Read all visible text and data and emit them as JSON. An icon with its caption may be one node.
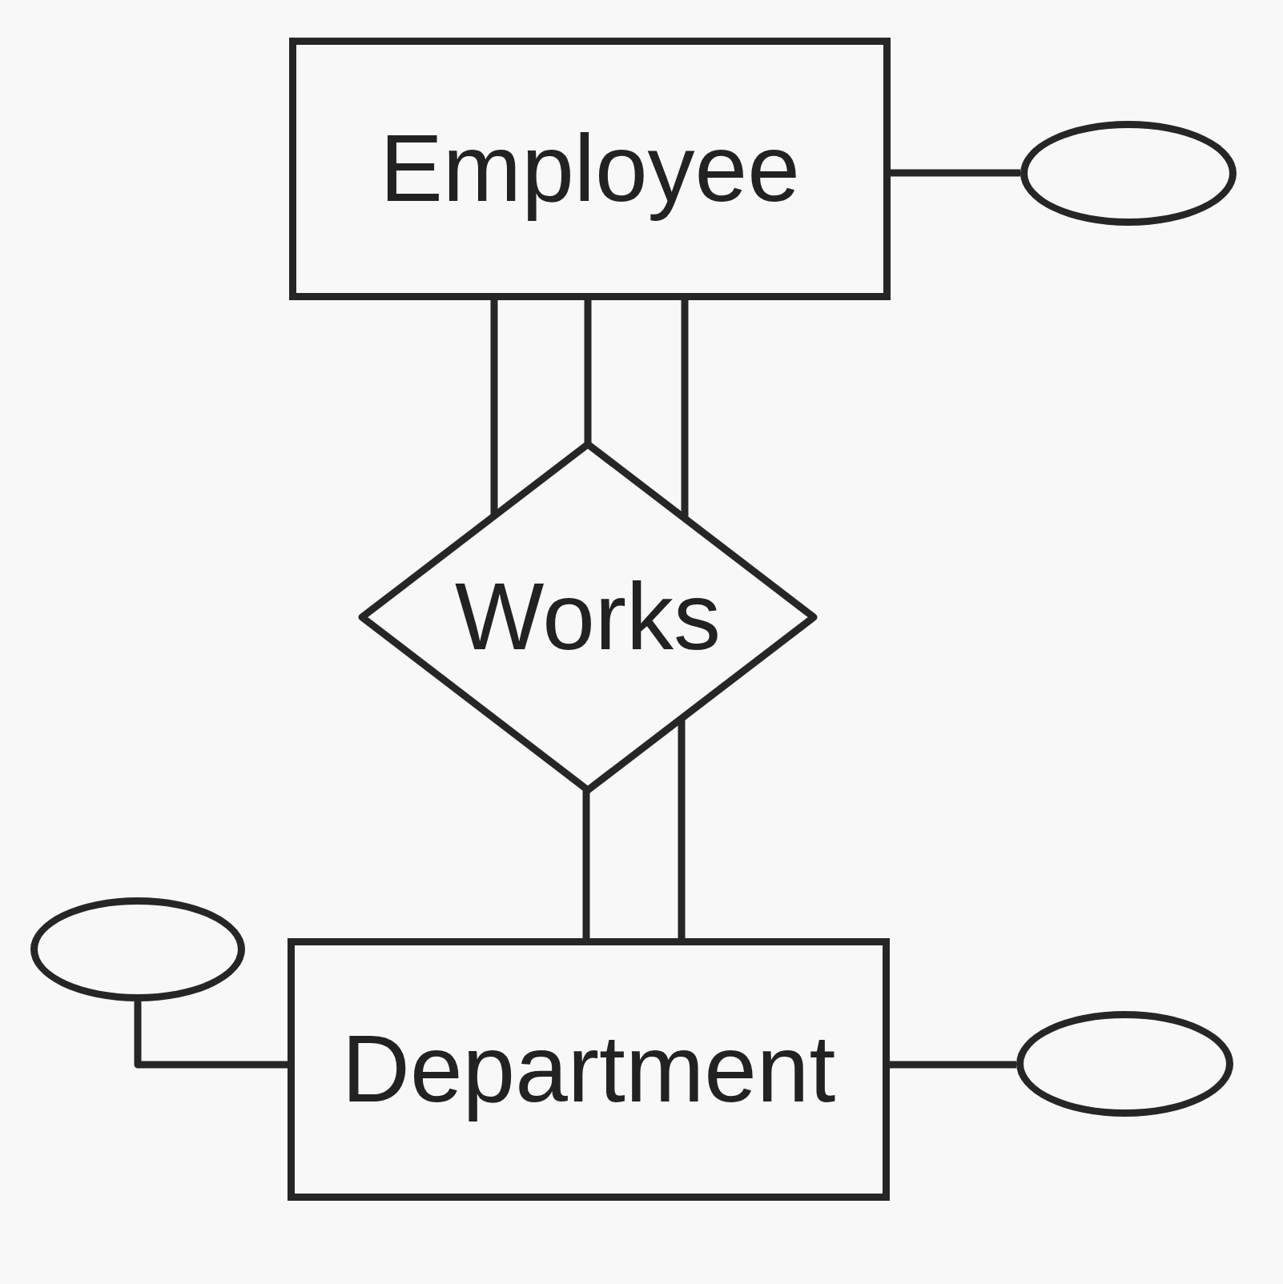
{
  "diagram": {
    "nodes": [
      {
        "text": [
          "Employee"
        ]
      },
      {
        "text": [],
        "shape": "ellipse"
      },
      {
        "text": [
          "Works"
        ]
      },
      {
        "text": [],
        "shape": "ellipse"
      },
      {
        "text": [
          "Department"
        ]
      },
      {
        "text": [],
        "shape": "ellipse"
      }
    ],
    "edges": [
      {
        "from": 0,
        "to": 1,
        "arrow": "none"
      },
      {
        "from": 0,
        "to": 2,
        "arrow": "none"
      },
      {
        "from": 0,
        "to": 2,
        "arrow": "none"
      },
      {
        "from": 0,
        "to": 2,
        "arrow": "none"
      },
      {
        "from": 2,
        "to": 4,
        "arrow": "none"
      },
      {
        "from": 2,
        "to": 4,
        "arrow": "none"
      },
      {
        "from": 4,
        "to": 3,
        "arrow": "none"
      },
      {
        "from": 4,
        "to": 5,
        "arrow": "none"
      }
    ]
  }
}
